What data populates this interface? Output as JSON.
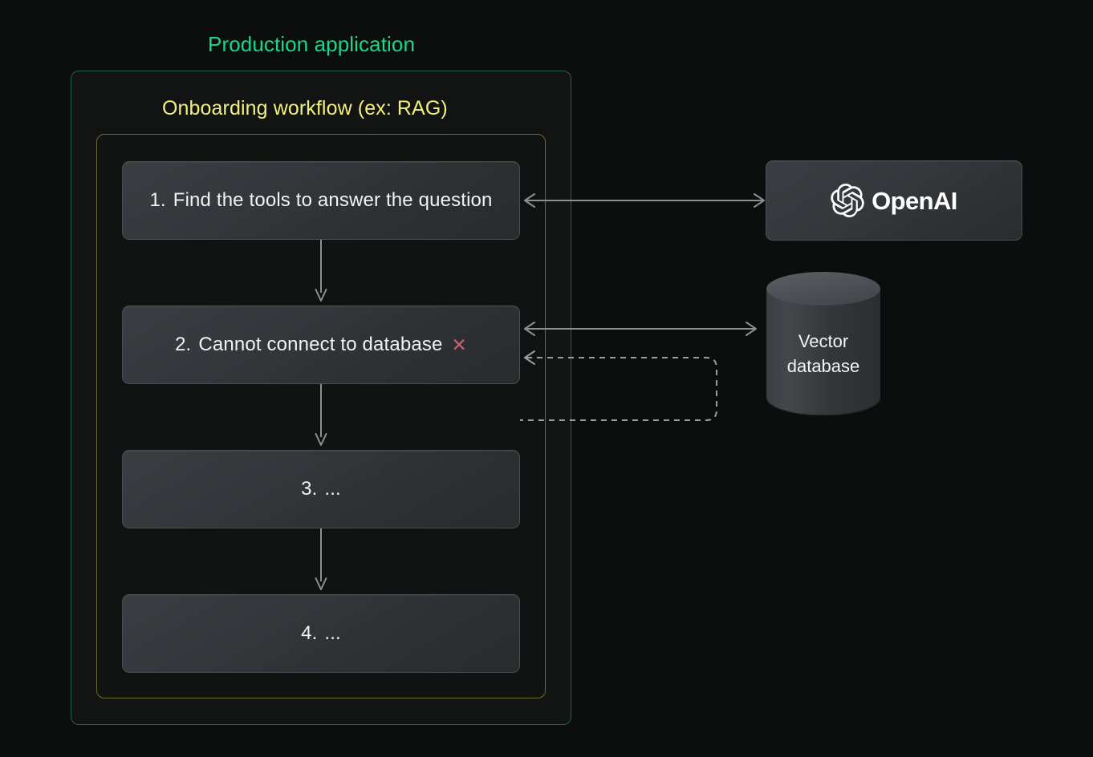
{
  "diagram": {
    "background_color": "#0c0d0d",
    "production": {
      "title": "Production application",
      "title_color": "#19d88a",
      "border_color": "#24604a"
    },
    "workflow": {
      "title": "Onboarding workflow (ex: RAG)",
      "title_color": "#f2f07a",
      "border_color": "#6e6a2e"
    },
    "steps": [
      {
        "number": "1.",
        "text": "Find the tools to answer the question",
        "has_error": false,
        "error_mark": ""
      },
      {
        "number": "2.",
        "text": "Cannot connect to database",
        "has_error": true,
        "error_mark": "✕",
        "error_color": "#c2636f"
      },
      {
        "number": "3.",
        "text": "...",
        "has_error": false,
        "error_mark": ""
      },
      {
        "number": "4.",
        "text": "...",
        "has_error": false,
        "error_mark": ""
      }
    ],
    "services": {
      "openai": {
        "label": "OpenAI",
        "icon": "openai-blossom-logo"
      },
      "vector_db": {
        "line1": "Vector",
        "line2": "database",
        "shape": "cylinder"
      }
    },
    "connectors": {
      "step1_openai": {
        "style": "solid",
        "direction": "bidirectional"
      },
      "step2_vectordb": {
        "style": "solid",
        "direction": "bidirectional"
      },
      "feedback_loop": {
        "style": "dashed",
        "direction": "to-step2"
      },
      "step_flow": {
        "style": "solid",
        "direction": "down"
      }
    }
  }
}
